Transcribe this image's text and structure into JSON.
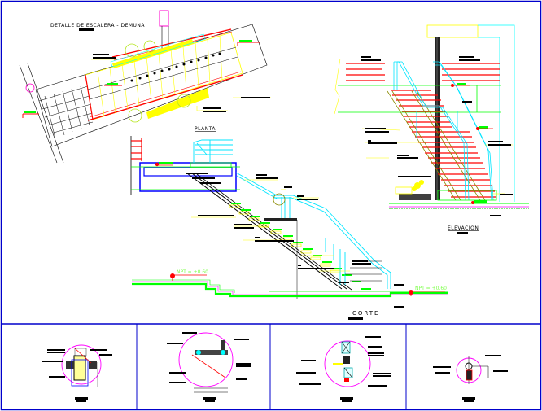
{
  "drawing": {
    "main_title": "DETALLE DE ESCALERA - DEMUNA",
    "views": {
      "plan": "PLANTA",
      "elevation": "ELEVACION",
      "section": "CORTE"
    },
    "levels": {
      "npt_left": "NPT = +0.60",
      "npt_right": "NPT = +0.60"
    },
    "detail_count": 4,
    "colors": {
      "frame": "#0000cc",
      "stair_red": "#ff0000",
      "rail_cyan": "#00e5ff",
      "label_yellow": "#ffff00",
      "ground_green": "#00ff00",
      "detail_magenta": "#ff00ff",
      "structure_blue": "#0000ff"
    }
  }
}
